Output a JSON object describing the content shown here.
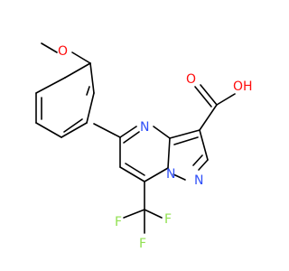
{
  "molecule": {
    "atoms": [
      {
        "id": "O_methoxy",
        "text": "O",
        "color": "#ff0d0d"
      },
      {
        "id": "O_carbonyl",
        "text": "O",
        "color": "#ff0d0d"
      },
      {
        "id": "OH",
        "text": "OH",
        "color": "#ff0d0d"
      },
      {
        "id": "N_pyrimidine",
        "text": "N",
        "color": "#3050f8"
      },
      {
        "id": "N_bridge",
        "text": "N",
        "color": "#3050f8"
      },
      {
        "id": "N_pyrazole",
        "text": "N",
        "color": "#3050f8"
      },
      {
        "id": "F1",
        "text": "F",
        "color": "#90e050"
      },
      {
        "id": "F2",
        "text": "F",
        "color": "#90e050"
      },
      {
        "id": "F3",
        "text": "F",
        "color": "#90e050"
      }
    ]
  }
}
